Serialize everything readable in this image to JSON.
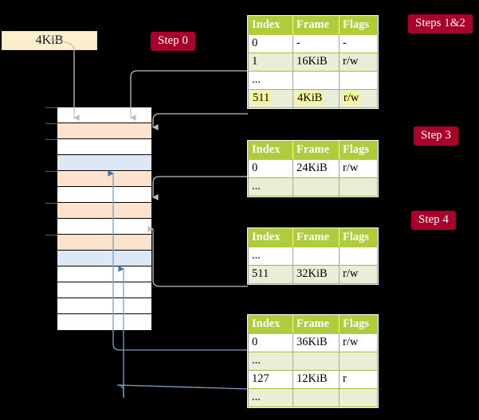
{
  "diagram": {
    "title_hidden": "Multi-level page table walk",
    "size_label": "4KiB",
    "steps": [
      {
        "name": "step-0",
        "label": "Step 0"
      },
      {
        "name": "steps-1-2",
        "label": "Steps 1&2"
      },
      {
        "name": "step-3",
        "label": "Step 3"
      },
      {
        "name": "step-4",
        "label": "Step 4"
      }
    ],
    "colors": {
      "badge": "#A8002A",
      "table_header": "#AFCC3A",
      "table_alt_row": "#E9EED6",
      "highlight": "#FAF79A",
      "frame_orange": "#FDE2CD",
      "frame_blue": "#DCE8F6",
      "size_label_bg": "#FCEFCD",
      "connector_gray": "#B9B9B9",
      "connector_blue": "#7E9FC4",
      "background": "#000000"
    },
    "memory_column": {
      "name": "physical-memory-frames",
      "rows": [
        {
          "fill": "white"
        },
        {
          "fill": "orange"
        },
        {
          "fill": "white"
        },
        {
          "fill": "blue"
        },
        {
          "fill": "orange"
        },
        {
          "fill": "white"
        },
        {
          "fill": "orange"
        },
        {
          "fill": "white"
        },
        {
          "fill": "orange"
        },
        {
          "fill": "blue"
        },
        {
          "fill": "white"
        },
        {
          "fill": "white"
        },
        {
          "fill": "white"
        },
        {
          "fill": "white"
        }
      ]
    },
    "tables": [
      {
        "name": "page-table-level-0",
        "headers": [
          "Index",
          "Frame",
          "Flags"
        ],
        "rows": [
          {
            "style": "plain",
            "cells": [
              "0",
              "-",
              "-"
            ],
            "highlight": []
          },
          {
            "style": "alt",
            "cells": [
              "1",
              "16KiB",
              "r/w"
            ],
            "highlight": []
          },
          {
            "style": "plain",
            "cells": [
              "...",
              "",
              ""
            ],
            "highlight": []
          },
          {
            "style": "alt",
            "cells": [
              "511",
              "4KiB",
              "r/w"
            ],
            "highlight": [
              0,
              1,
              2
            ]
          }
        ]
      },
      {
        "name": "page-table-level-1",
        "headers": [
          "Index",
          "Frame",
          "Flags"
        ],
        "rows": [
          {
            "style": "plain",
            "cells": [
              "0",
              "24KiB",
              "r/w"
            ],
            "highlight": []
          },
          {
            "style": "alt",
            "cells": [
              "...",
              "",
              ""
            ],
            "highlight": []
          }
        ]
      },
      {
        "name": "page-table-level-2",
        "headers": [
          "Index",
          "Frame",
          "Flags"
        ],
        "rows": [
          {
            "style": "plain",
            "cells": [
              "...",
              "",
              ""
            ],
            "highlight": []
          },
          {
            "style": "alt",
            "cells": [
              "511",
              "32KiB",
              "r/w"
            ],
            "highlight": []
          }
        ]
      },
      {
        "name": "page-table-level-3",
        "headers": [
          "Index",
          "Frame",
          "Flags"
        ],
        "rows": [
          {
            "style": "plain",
            "cells": [
              "0",
              "36KiB",
              "r/w"
            ],
            "highlight": []
          },
          {
            "style": "alt",
            "cells": [
              "...",
              "",
              ""
            ],
            "highlight": []
          },
          {
            "style": "plain",
            "cells": [
              "127",
              "12KiB",
              "r"
            ],
            "highlight": []
          },
          {
            "style": "alt",
            "cells": [
              "...",
              "",
              ""
            ],
            "highlight": []
          }
        ]
      }
    ]
  }
}
